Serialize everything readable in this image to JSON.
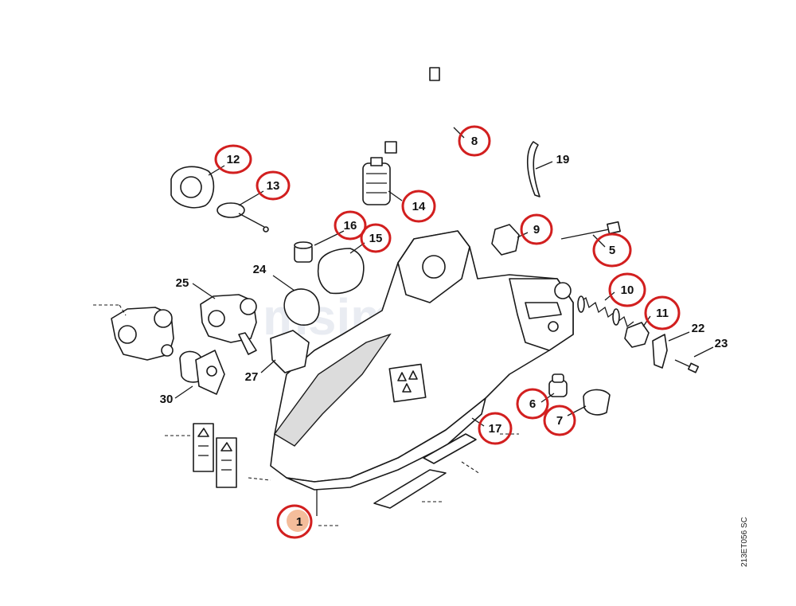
{
  "diagram": {
    "drawing_code": "213ET056 SC",
    "watermark": "msimkeirist",
    "callouts": [
      {
        "id": "p12",
        "label": "12",
        "circled": true
      },
      {
        "id": "p13",
        "label": "13",
        "circled": true
      },
      {
        "id": "p8",
        "label": "8",
        "circled": true
      },
      {
        "id": "p19",
        "label": "19",
        "circled": false
      },
      {
        "id": "p14",
        "label": "14",
        "circled": true
      },
      {
        "id": "p16",
        "label": "16",
        "circled": true
      },
      {
        "id": "p15",
        "label": "15",
        "circled": true
      },
      {
        "id": "p9",
        "label": "9",
        "circled": true
      },
      {
        "id": "p5",
        "label": "5",
        "circled": true
      },
      {
        "id": "p24",
        "label": "24",
        "circled": false
      },
      {
        "id": "p25",
        "label": "25",
        "circled": false
      },
      {
        "id": "p10",
        "label": "10",
        "circled": true
      },
      {
        "id": "p11",
        "label": "11",
        "circled": true
      },
      {
        "id": "p22",
        "label": "22",
        "circled": false
      },
      {
        "id": "p23",
        "label": "23",
        "circled": false
      },
      {
        "id": "p27",
        "label": "27",
        "circled": false
      },
      {
        "id": "p30",
        "label": "30",
        "circled": false
      },
      {
        "id": "p6",
        "label": "6",
        "circled": true
      },
      {
        "id": "p7",
        "label": "7",
        "circled": true
      },
      {
        "id": "p17",
        "label": "17",
        "circled": true
      },
      {
        "id": "p1",
        "label": "1",
        "circled": true
      }
    ]
  }
}
